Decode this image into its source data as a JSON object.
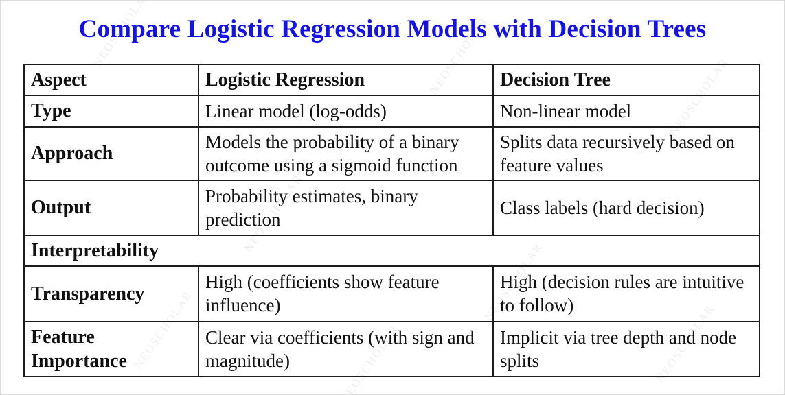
{
  "page": {
    "background": "#ffffff",
    "frame_border_color": "#dcdcdc"
  },
  "title": {
    "text": "Compare Logistic Regression Models with Decision Trees",
    "color": "#1313e8"
  },
  "watermark": {
    "text": "NEOSCHOLAR",
    "color": "#7f8a94"
  },
  "comparison_table": {
    "border_color": "#1c1c1c",
    "header": {
      "aspect": "Aspect",
      "logistic_regression": "Logistic Regression",
      "decision_tree": "Decision Tree"
    },
    "rows": [
      {
        "aspect": "Type",
        "logistic_regression": "Linear model (log-odds)",
        "decision_tree": "Non-linear model"
      },
      {
        "aspect": "Approach",
        "logistic_regression": "Models the probability of a binary outcome using a sigmoid function",
        "decision_tree": "Splits data recursively based on feature values"
      },
      {
        "aspect": "Output",
        "logistic_regression": "Probability estimates, binary prediction",
        "decision_tree": "Class labels (hard decision)"
      },
      {
        "label": "Interpretability"
      },
      {
        "aspect": "Transparency",
        "logistic_regression": "High (coefficients show feature influence)",
        "decision_tree": "High (decision rules are intuitive to follow)"
      },
      {
        "aspect": "Feature Importance",
        "logistic_regression": "Clear via coefficients (with sign and magnitude)",
        "decision_tree": "Implicit via tree depth and node splits"
      }
    ]
  }
}
